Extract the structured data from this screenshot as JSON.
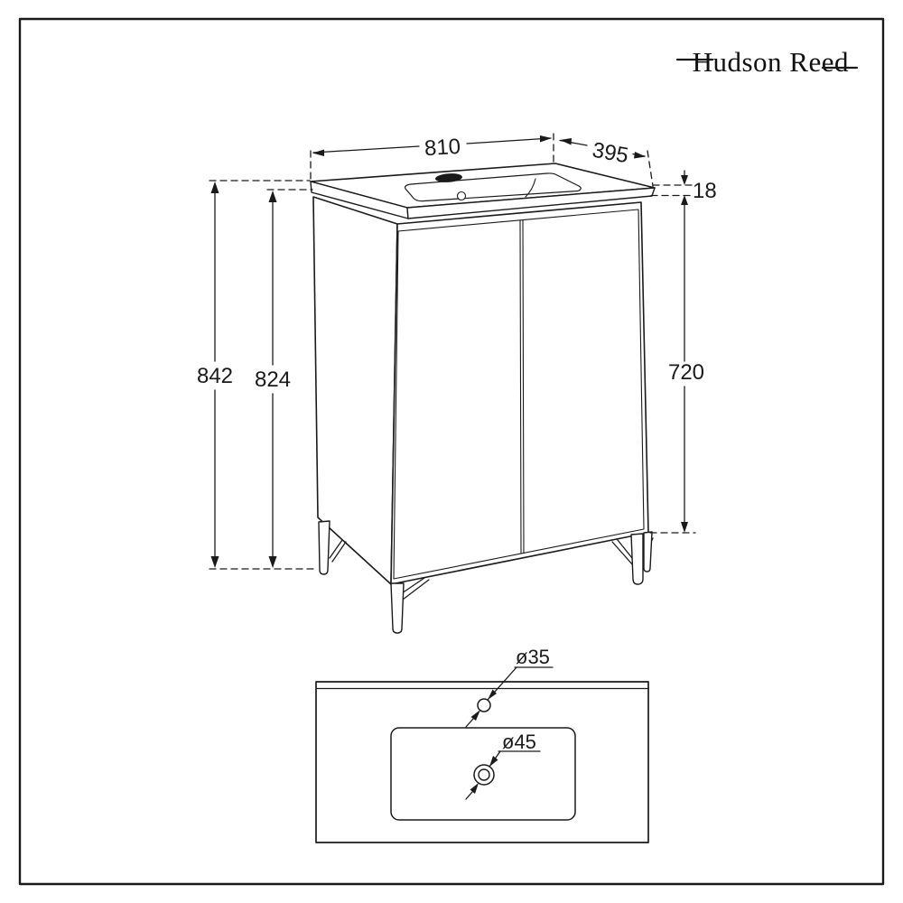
{
  "brand": {
    "name": "Hudson Reed"
  },
  "dimension_labels": {
    "width": "810",
    "depth": "395",
    "basin_thickness": "18",
    "overall_height": "842",
    "cabinet_with_legs_height": "824",
    "cabinet_height": "720",
    "tap_hole": "ø35",
    "waste_hole": "ø45"
  },
  "colors": {
    "line": "#1a1a1a",
    "background": "#ffffff"
  }
}
